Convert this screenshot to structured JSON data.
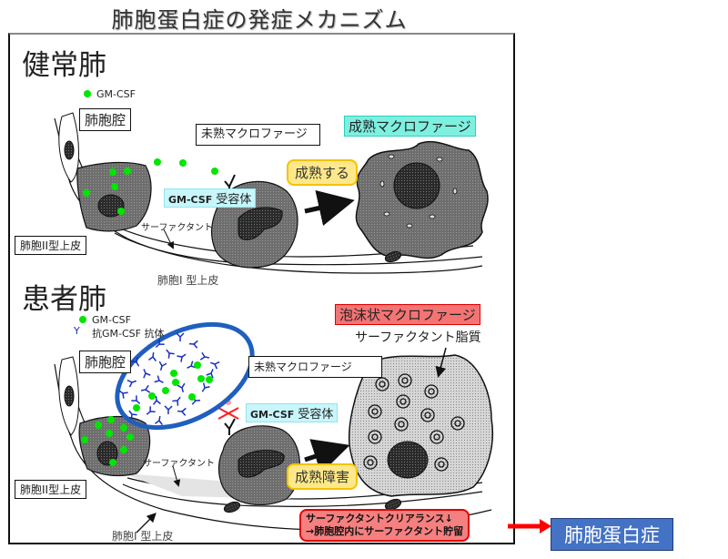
{
  "title": "肺胞蛋白症の発症メカニズム",
  "healthy": {
    "heading": "健常肺",
    "legend_gmcsf": "GM-CSF",
    "alveolar_space": "肺胞腔",
    "immature_macrophage": "未熟マクロファージ",
    "mature_macrophage": "成熟マクロファージ",
    "matures": "成熟する",
    "receptor_prefix": "GM-CSF",
    "receptor_suffix": "受容体",
    "surfactant": "サーファクタント",
    "type2_epithelium": "肺胞II型上皮",
    "type1_epithelium": "肺胞I 型上皮"
  },
  "patient": {
    "heading": "患者肺",
    "legend_gmcsf": "GM-CSF",
    "legend_antibody": "抗GM-CSF 抗体",
    "alveolar_space": "肺胞腔",
    "immature_macrophage": "未熟マクロファージ",
    "foamy_macrophage": "泡沫状マクロファージ",
    "surfactant_lipid": "サーファクタント脂質",
    "receptor_prefix": "GM-CSF",
    "receptor_suffix": "受容体",
    "surfactant": "サーファクタント",
    "maturation_failure": "成熟障害",
    "type2_epithelium": "肺胞II型上皮",
    "type1_epithelium": "肺胞I 型上皮",
    "clearance_line1": "サーファクタントクリアランス↓",
    "clearance_line2": "→肺胞腔内にサーファクタント貯留"
  },
  "result": "肺胞蛋白症",
  "colors": {
    "gmcsf": "#00e600",
    "antibody": "#1a2fbf",
    "ellipse": "#1f5fbf",
    "arrow_red": "#ff0000",
    "cyan": "#7ef0e0",
    "yellow": "#ffe88a",
    "red_label": "#f47474",
    "result_blue": "#4472c4"
  }
}
